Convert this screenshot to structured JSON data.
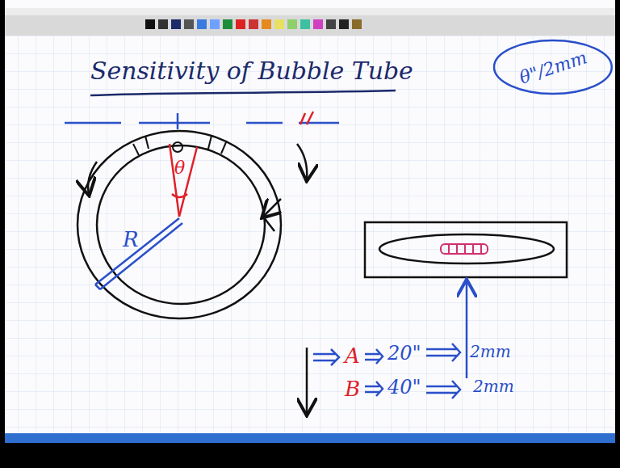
{
  "diagram": {
    "title": "Sensitivity of Bubble Tube",
    "nodes": [
      {
        "text": [
          "θ\"/2mm"
        ]
      }
    ],
    "labels": [
      "θ",
      "R",
      "A",
      "20\"",
      "2mm",
      "B",
      "40\"",
      "2mm"
    ]
  }
}
